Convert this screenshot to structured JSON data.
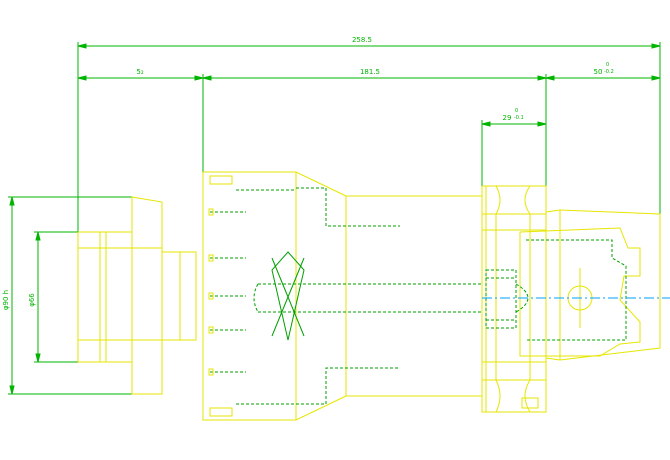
{
  "drawing": {
    "colors": {
      "background": "#ffffff",
      "part_outline": "#e6e600",
      "dimension": "#00b400",
      "hidden_line": "#00a000",
      "center_line": "#00a0ff"
    },
    "dimensions": {
      "overall_length": "258.5",
      "left_segment": "5₂",
      "middle_segment": "181.5",
      "right_segment": "50",
      "right_segment_tol_upper": "0",
      "right_segment_tol_lower": "-0.2",
      "flange_width": "29",
      "flange_tol_upper": "0",
      "flange_tol_lower": "-0.1",
      "outer_diameter": "φ90 h",
      "inner_diameter": "φ66"
    }
  }
}
